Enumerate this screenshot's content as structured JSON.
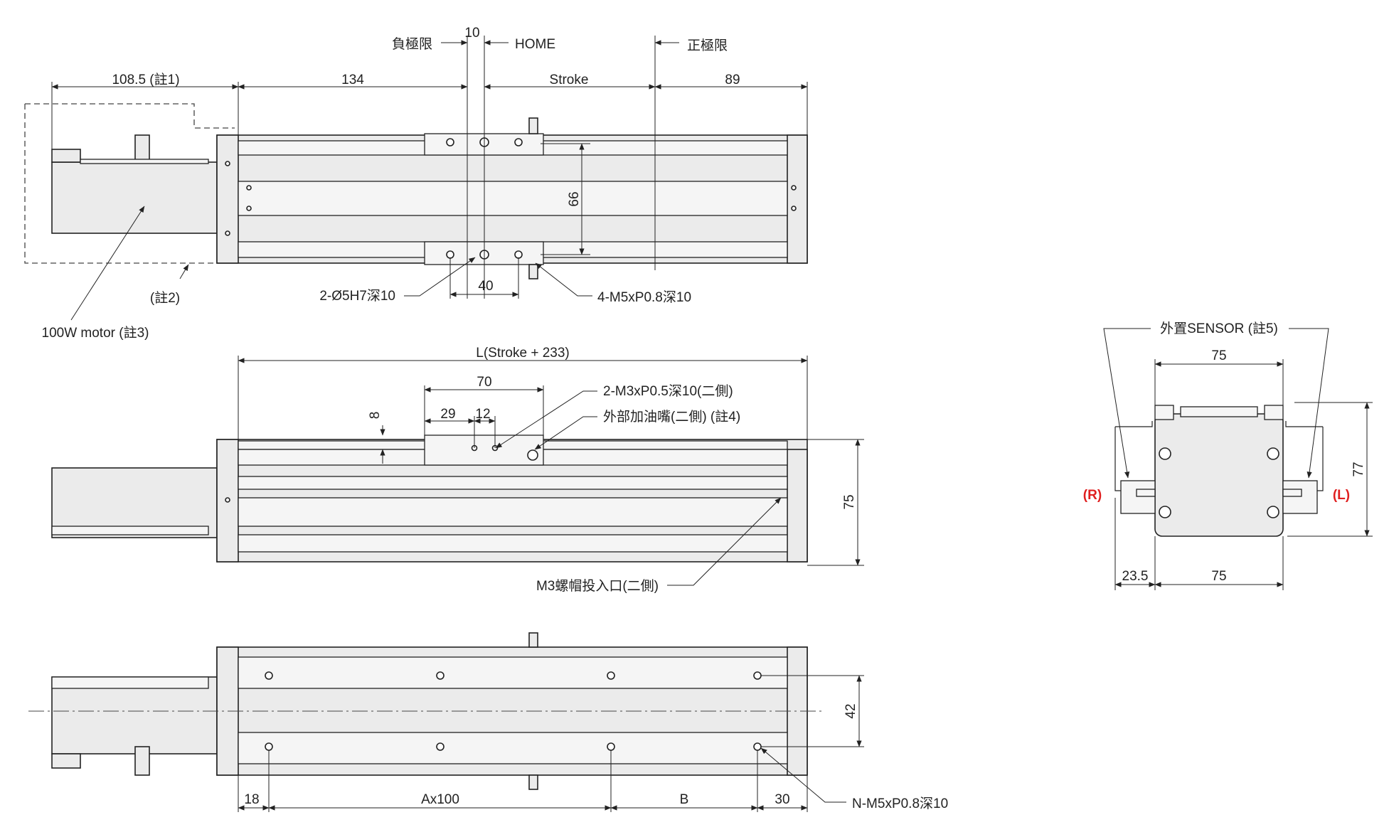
{
  "top_view": {
    "dim_motor": "108.5 (註1)",
    "dim_134": "134",
    "dim_stroke": "Stroke",
    "dim_89": "89",
    "dim_10": "10",
    "neg_limit": "負極限",
    "home": "HOME",
    "pos_limit": "正極限",
    "dim_66": "66",
    "dim_40": "40",
    "pin_holes": "2-Ø5H7深10",
    "tap_holes": "4-M5xP0.8深10",
    "note2": "(註2)",
    "motor": "100W motor (註3)"
  },
  "side_view": {
    "length": "L(Stroke + 233)",
    "dim_70": "70",
    "dim_29": "29",
    "dim_12": "12",
    "dim_8": "8",
    "dim_75": "75",
    "side_taps": "2-M3xP0.5深10(二側)",
    "grease": "外部加油嘴(二側) (註4)",
    "nut_slot": "M3螺帽投入口(二側)"
  },
  "bottom_view": {
    "dim_18": "18",
    "dim_a": "Ax100",
    "dim_b": "B",
    "dim_30": "30",
    "dim_42": "42",
    "mount_holes": "N-M5xP0.8深10"
  },
  "end_view": {
    "sensor": "外置SENSOR (註5)",
    "dim_75_top": "75",
    "dim_77": "77",
    "dim_23_5": "23.5",
    "dim_75_bottom": "75",
    "left_tag": "(R)",
    "right_tag": "(L)"
  }
}
